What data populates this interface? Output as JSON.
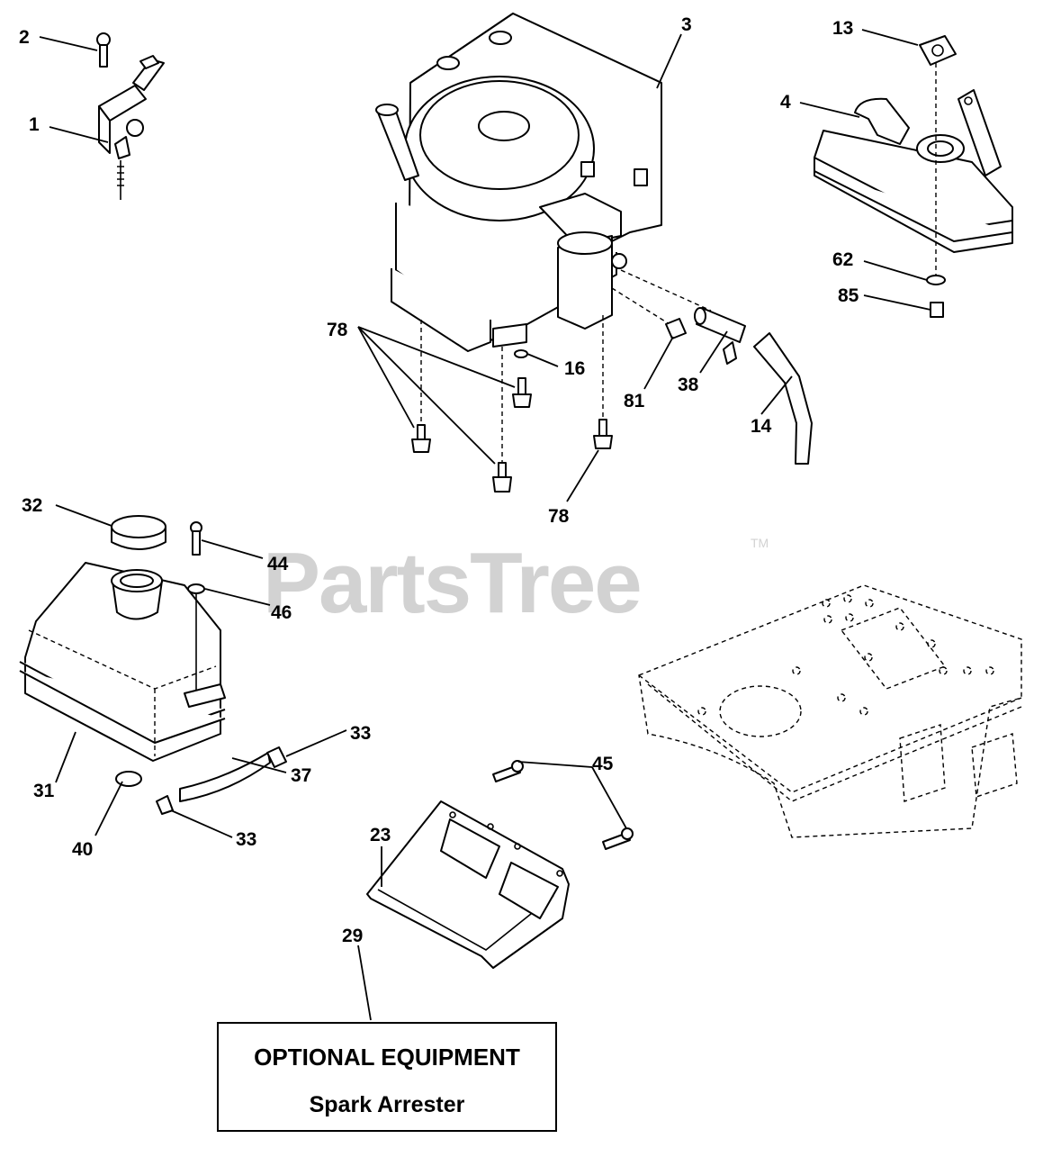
{
  "watermark": {
    "text": "PartsTree",
    "trademark": "TM"
  },
  "callouts": {
    "c1": "1",
    "c2": "2",
    "c3": "3",
    "c4": "4",
    "c13": "13",
    "c62": "62",
    "c85": "85",
    "c78a": "78",
    "c16": "16",
    "c81": "81",
    "c38": "38",
    "c14": "14",
    "c78b": "78",
    "c32": "32",
    "c44": "44",
    "c46": "46",
    "c33a": "33",
    "c31": "31",
    "c37": "37",
    "c40": "40",
    "c33b": "33",
    "c45": "45",
    "c23": "23",
    "c29": "29"
  },
  "optional_box": {
    "title": "OPTIONAL EQUIPMENT",
    "subtitle": "Spark Arrester"
  }
}
